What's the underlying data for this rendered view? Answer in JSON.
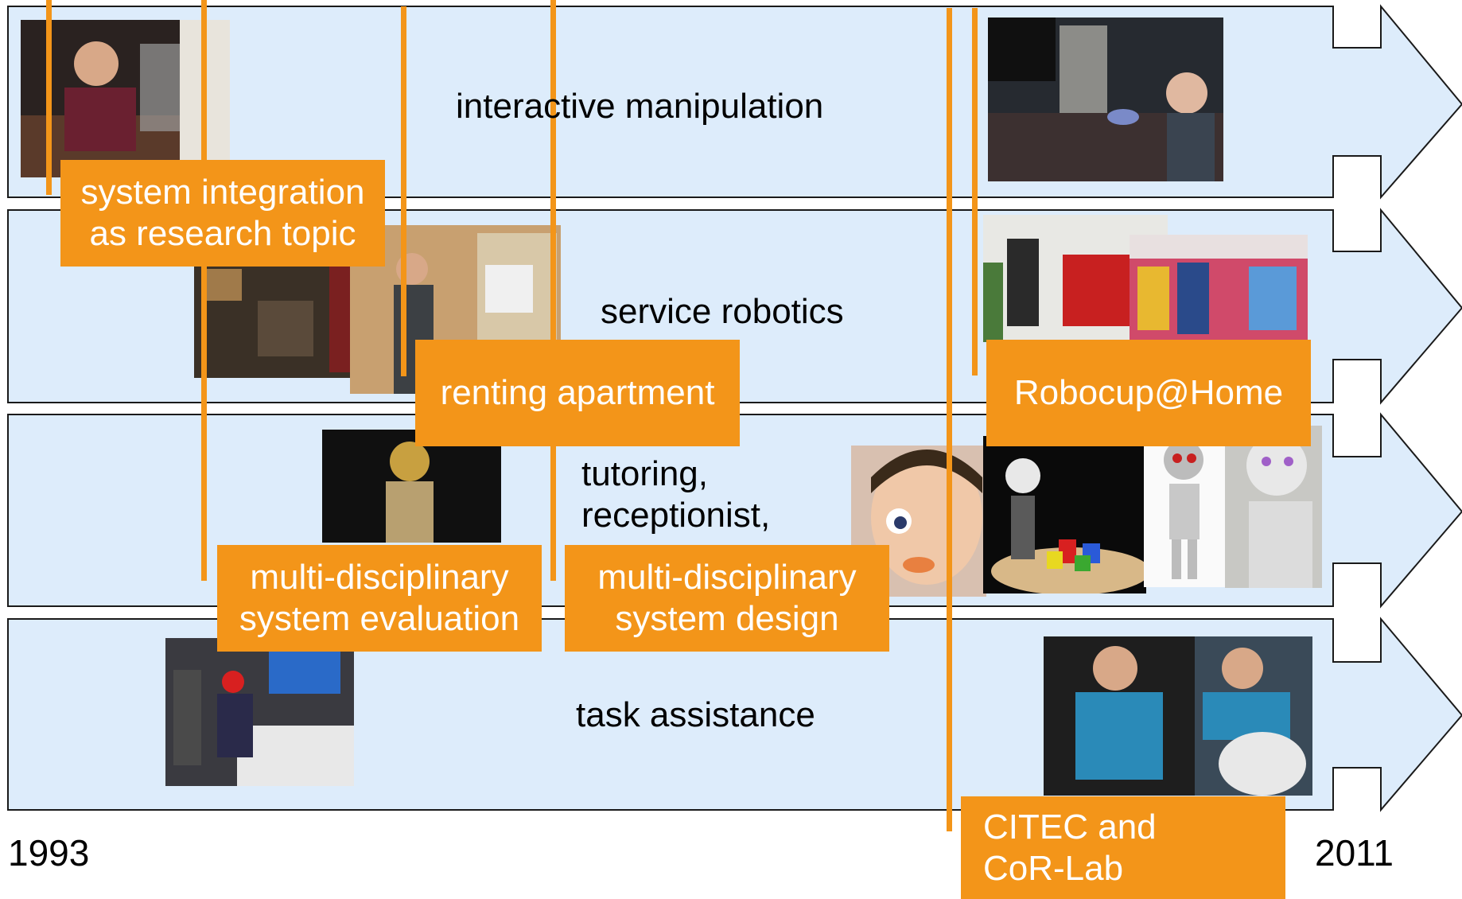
{
  "colors": {
    "band_fill": "#ddecfb",
    "band_stroke": "#1a1a1a",
    "accent_orange": "#f39519"
  },
  "bands": [
    {
      "label": "interactive manipulation"
    },
    {
      "label": "service robotics"
    },
    {
      "label": "tutoring,\nreceptionist,"
    },
    {
      "label": "task assistance"
    }
  ],
  "milestones": [
    {
      "text": "system integration\nas research topic"
    },
    {
      "text": "renting apartment"
    },
    {
      "text": "Robocup@Home"
    },
    {
      "text": "multi-disciplinary\nsystem evaluation"
    },
    {
      "text": "multi-disciplinary\nsystem design"
    },
    {
      "text": "CITEC and\nCoR-Lab"
    }
  ],
  "years": {
    "start": "1993",
    "end": "2011"
  }
}
